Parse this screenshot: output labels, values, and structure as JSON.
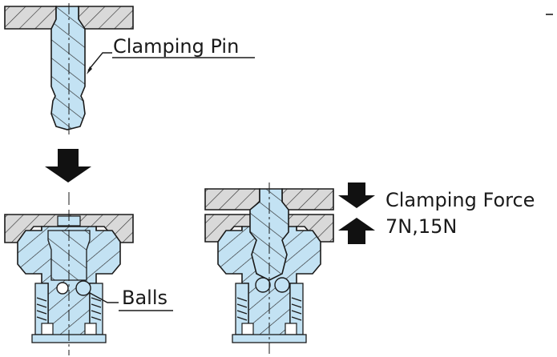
{
  "labels": {
    "clamping_pin": "Clamping Pin",
    "balls": "Balls",
    "clamping_force": "Clamping Force",
    "force_values": "7N,15N"
  },
  "colors": {
    "part_fill": "#c3e2f3",
    "outline": "#1a1a1a",
    "hatch_bg": "#d9d9d9",
    "arrow": "#111111"
  },
  "icons": [
    "arrow-down-icon",
    "arrow-up-icon"
  ]
}
